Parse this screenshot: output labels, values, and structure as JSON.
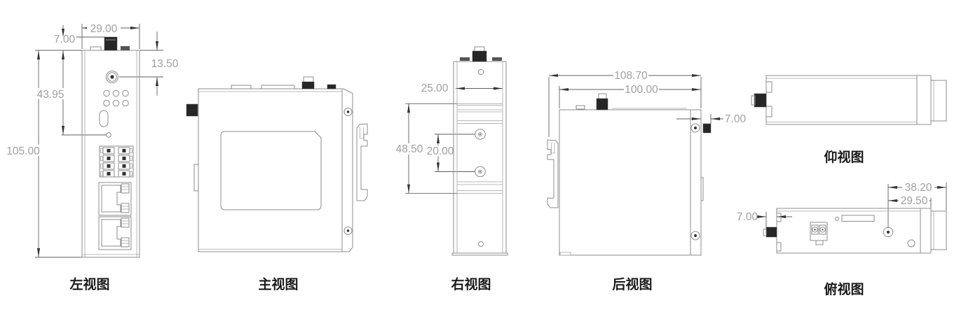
{
  "page": {
    "background": "#ffffff"
  },
  "views": {
    "left": {
      "label": "左视图",
      "dims": {
        "width": "29.00",
        "antenna_height": "7.00",
        "antenna_center": "13.50",
        "io_span": "43.95",
        "height": "105.00"
      }
    },
    "front": {
      "label": "主视图"
    },
    "right": {
      "label": "右视图",
      "dims": {
        "depth": "25.00",
        "plate_height": "48.50",
        "screw_spacing": "20.00"
      }
    },
    "rear": {
      "label": "后视图",
      "dims": {
        "overall_width": "108.70",
        "body_width": "100.00",
        "connector": "7.00"
      }
    },
    "bottom": {
      "label": "仰视图"
    },
    "top": {
      "label": "俯视图",
      "dims": {
        "antenna_to_bracket": "38.20",
        "antenna_to_body": "29.50",
        "connector": "7.00"
      }
    }
  },
  "colors": {
    "outline": "#8c8c8c",
    "dimension": "#5f5f5f",
    "dim_text": "#a0a0a0",
    "label_text": "#1a1a1a",
    "fill_dark": "#262626"
  }
}
